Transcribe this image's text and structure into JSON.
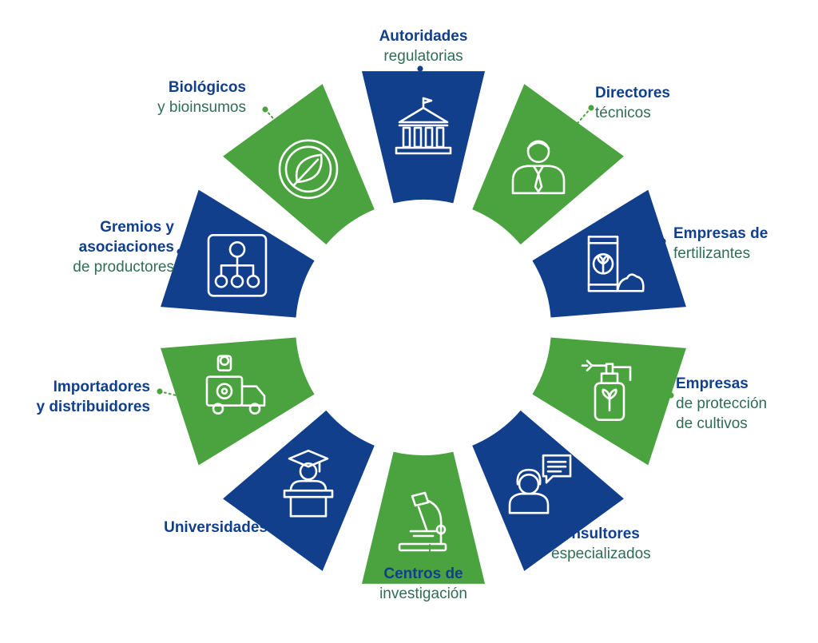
{
  "colors": {
    "blue": "#123f8c",
    "green": "#4ba33f",
    "blue_text": "#123f8c",
    "green_text": "#2f6d55"
  },
  "segments": [
    {
      "id": "autoridades",
      "color": "blue",
      "icon": "government-building-icon",
      "label": {
        "line1": "Autoridades",
        "line2": "regulatorias"
      }
    },
    {
      "id": "directores",
      "color": "green",
      "icon": "professional-person-icon",
      "label": {
        "line1": "Directores",
        "line2": "técnicos"
      }
    },
    {
      "id": "fertilizantes",
      "color": "blue",
      "icon": "fertilizer-bag-icon",
      "label": {
        "line1": "Empresas de",
        "line2": "fertilizantes"
      }
    },
    {
      "id": "proteccion",
      "color": "green",
      "icon": "sprayer-icon",
      "label": {
        "line1": "Empresas",
        "line2": "de protección",
        "line3": "de cultivos"
      }
    },
    {
      "id": "consultores",
      "color": "blue",
      "icon": "consultant-chat-icon",
      "label": {
        "line1": "Consultores",
        "line2": "especializados"
      }
    },
    {
      "id": "centros",
      "color": "green",
      "icon": "microscope-icon",
      "label": {
        "line1": "Centros de",
        "line2": "investigación"
      }
    },
    {
      "id": "universidades",
      "color": "blue",
      "icon": "graduate-podium-icon",
      "label": {
        "line1": "Universidades"
      }
    },
    {
      "id": "importadores",
      "color": "green",
      "icon": "delivery-truck-icon",
      "label": {
        "line1": "Importadores",
        "line2": "y distribuidores"
      }
    },
    {
      "id": "gremios",
      "color": "blue",
      "icon": "organization-chart-icon",
      "label": {
        "line1": "Gremios y",
        "line2": "asociaciones",
        "line3": "de productores"
      }
    },
    {
      "id": "biologicos",
      "color": "green",
      "icon": "leaf-badge-icon",
      "label": {
        "line1": "Biológicos",
        "line2": "y bioinsumos"
      }
    }
  ]
}
